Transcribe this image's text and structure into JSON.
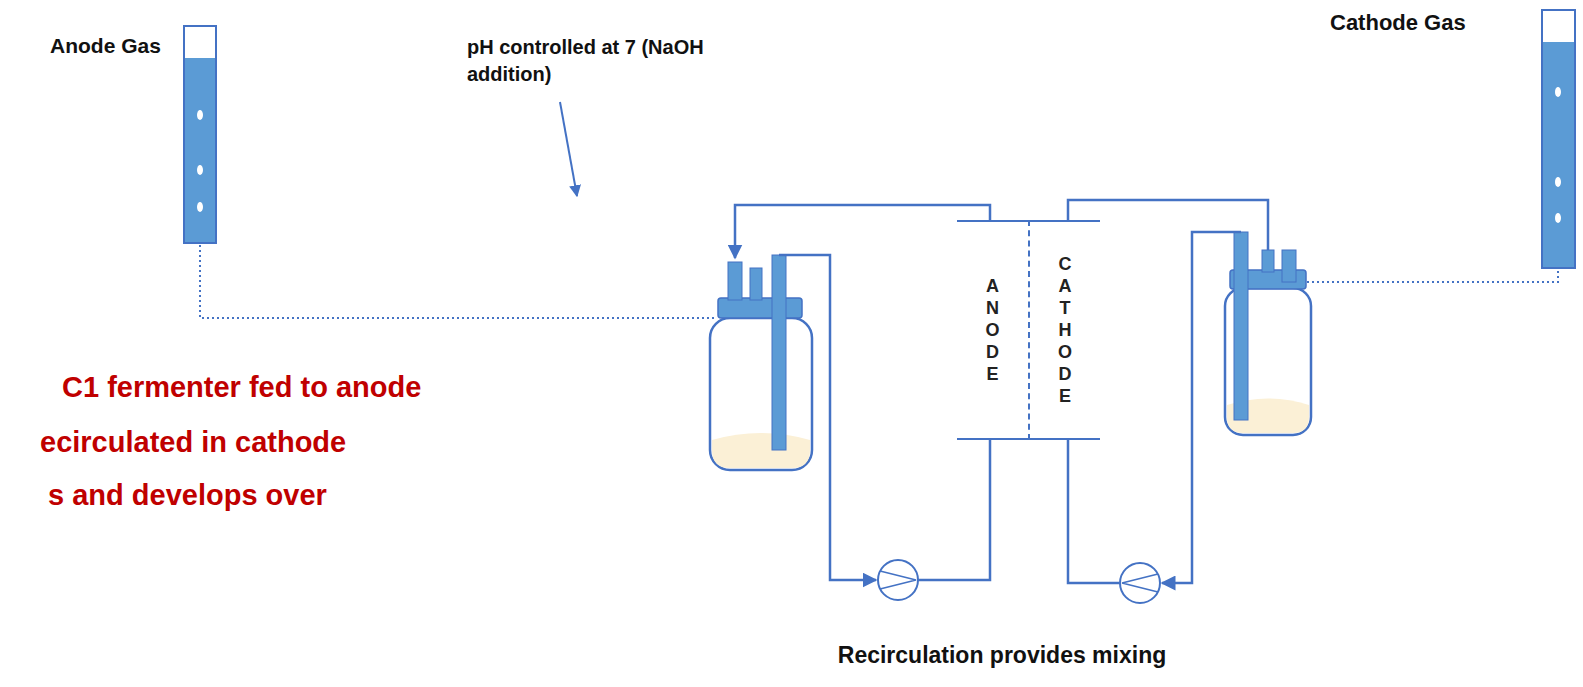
{
  "diagram": {
    "nodes": [
      {
        "text": [
          "ANODE"
        ]
      },
      {
        "text": [
          "CATHODE"
        ]
      }
    ],
    "labels": [
      "Anode Gas",
      "pH controlled at 7 (NaOH addition)",
      "Cathode Gas",
      "C1 fermenter fed to anode",
      "ecirculated in cathode",
      "s and develops over",
      "Recirculation provides mixing"
    ]
  }
}
